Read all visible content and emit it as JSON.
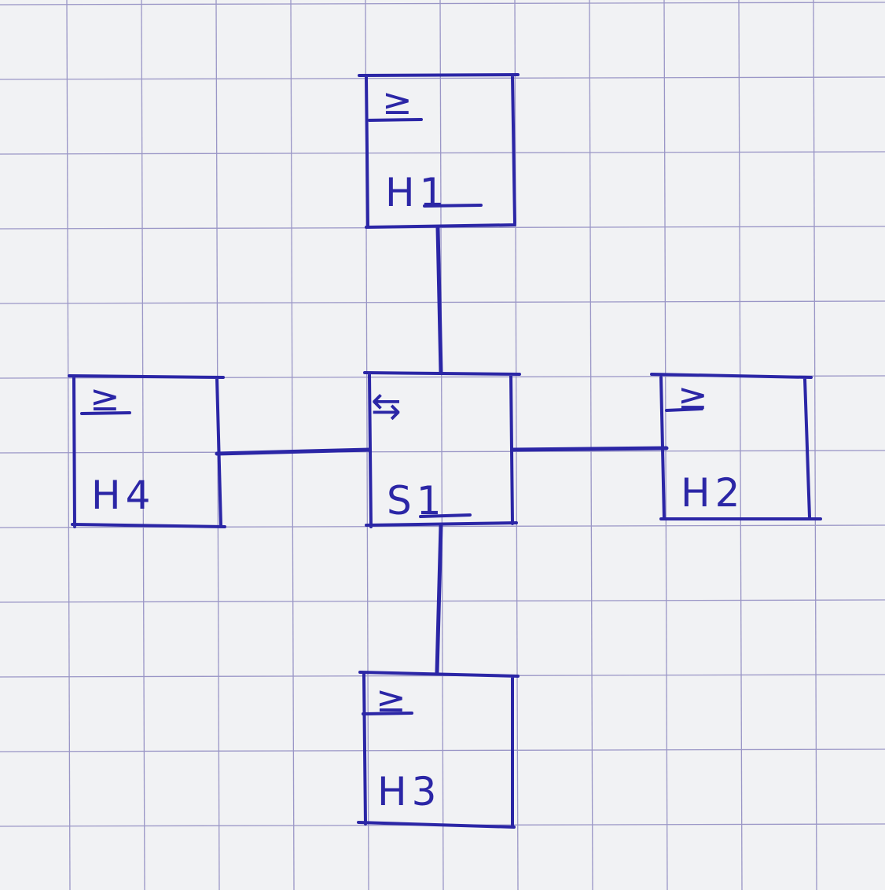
{
  "diagram": {
    "ink_color": "#2b26a6",
    "grid_color": "#9a96c6",
    "paper_color": "#f1f2f4",
    "nodes": [
      {
        "id": "H1",
        "label": "H1",
        "kind": "host",
        "icon": "terminal-icon",
        "icon_glyph": "≥"
      },
      {
        "id": "H2",
        "label": "H2",
        "kind": "host",
        "icon": "terminal-icon",
        "icon_glyph": "≥"
      },
      {
        "id": "H3",
        "label": "H3",
        "kind": "host",
        "icon": "terminal-icon",
        "icon_glyph": "≥"
      },
      {
        "id": "H4",
        "label": "H4",
        "kind": "host",
        "icon": "terminal-icon",
        "icon_glyph": "≥"
      },
      {
        "id": "S1",
        "label": "S1",
        "kind": "switch",
        "icon": "switch-arrows-icon",
        "icon_glyph": "⇆"
      }
    ],
    "edges": [
      {
        "from": "S1",
        "to": "H1"
      },
      {
        "from": "S1",
        "to": "H2"
      },
      {
        "from": "S1",
        "to": "H3"
      },
      {
        "from": "S1",
        "to": "H4"
      }
    ]
  }
}
